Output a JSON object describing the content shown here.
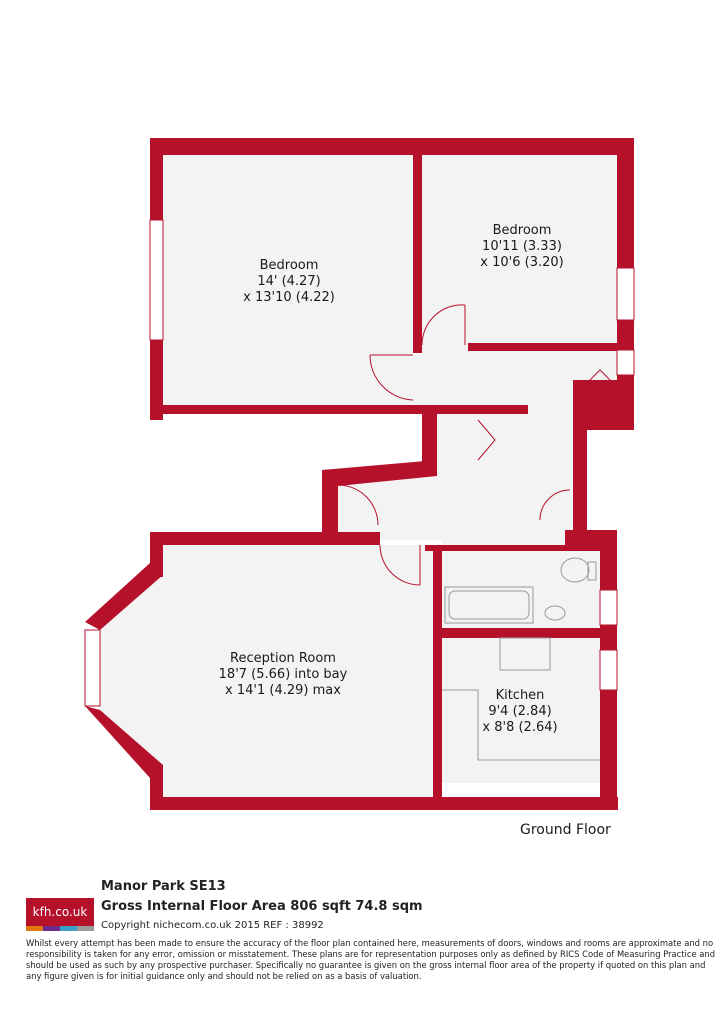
{
  "colors": {
    "wall": "#b5112b",
    "floor": "#f3f3f3",
    "fixture": "#9a9a9a"
  },
  "rooms": [
    {
      "name": "Bedroom",
      "dim1": "14' (4.27)",
      "dim2": "x 13'10 (4.22)"
    },
    {
      "name": "Bedroom",
      "dim1": "10'11 (3.33)",
      "dim2": "x 10'6 (3.20)"
    },
    {
      "name": "Reception Room",
      "dim1": "18'7 (5.66) into bay",
      "dim2": "x 14'1 (4.29) max"
    },
    {
      "name": "Kitchen",
      "dim1": "9'4 (2.84)",
      "dim2": "x 8'8 (2.64)"
    }
  ],
  "floor_label": "Ground Floor",
  "footer": {
    "logo_text": "kfh.co.uk",
    "logo_stripes": [
      "#e07a10",
      "#6b2a8c",
      "#3aa0c8",
      "#9a9a9a"
    ],
    "title": "Manor Park  SE13",
    "area": "Gross Internal Floor Area 806 sqft 74.8 sqm",
    "copyright": "Copyright nichecom.co.uk 2015 REF : 38992",
    "disclaimer": "Whilst every attempt has been made to ensure the accuracy of the floor plan contained here, measurements of doors, windows and rooms are approximate and no responsibility is taken for any error, omission or misstatement.  These plans are for representation purposes only as defined by RICS Code of Measuring Practice and should be used as such by any prospective purchaser.  Specifically no guarantee is given on the gross internal floor area of the property if quoted on this plan and any figure given is for initial guidance only and should not be relied on as a basis of valuation."
  }
}
